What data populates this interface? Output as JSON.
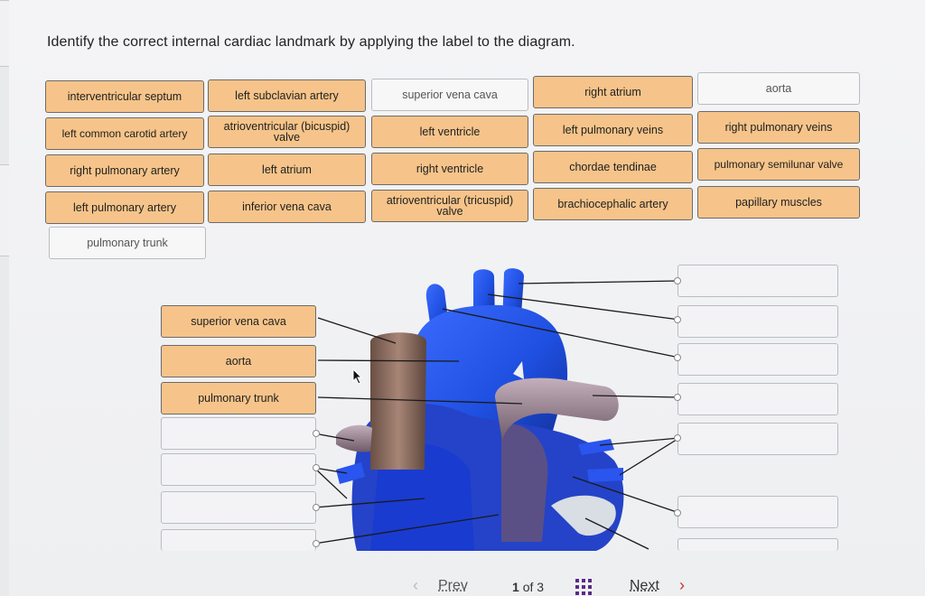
{
  "question": "Identify the correct internal cardiac landmark by applying the label to the diagram.",
  "label_bank": [
    {
      "text": "interventricular septum",
      "filled": true
    },
    {
      "text": "left subclavian artery",
      "filled": true
    },
    {
      "text": "superior vena cava",
      "filled": false
    },
    {
      "text": "right atrium",
      "filled": true
    },
    {
      "text": "aorta",
      "filled": false
    },
    {
      "text": "left common carotid artery",
      "filled": true
    },
    {
      "text": "atrioventricular (bicuspid) valve",
      "filled": true
    },
    {
      "text": "left ventricle",
      "filled": true
    },
    {
      "text": "left pulmonary veins",
      "filled": true
    },
    {
      "text": "right pulmonary veins",
      "filled": true
    },
    {
      "text": "right pulmonary artery",
      "filled": true
    },
    {
      "text": "left atrium",
      "filled": true
    },
    {
      "text": "right ventricle",
      "filled": true
    },
    {
      "text": "chordae tendinae",
      "filled": true
    },
    {
      "text": "pulmonary semilunar valve",
      "filled": true
    },
    {
      "text": "left pulmonary artery",
      "filled": true
    },
    {
      "text": "inferior vena cava",
      "filled": true
    },
    {
      "text": "atrioventricular (tricuspid) valve",
      "filled": true
    },
    {
      "text": "brachiocephalic artery",
      "filled": true
    },
    {
      "text": "papillary muscles",
      "filled": true
    },
    {
      "text": "pulmonary trunk",
      "filled": false
    }
  ],
  "placed_labels": [
    "superior vena cava",
    "aorta",
    "pulmonary trunk"
  ],
  "nav": {
    "prev": "Prev",
    "page_current": "1",
    "page_of": "of",
    "page_total": "3",
    "next": "Next"
  },
  "colors": {
    "chip_fill": "#f6c48a",
    "heart_blue": "#1f4fe0",
    "vessel_brown": "#8a6a5c",
    "pulmonary_mauve": "#9b8391"
  }
}
